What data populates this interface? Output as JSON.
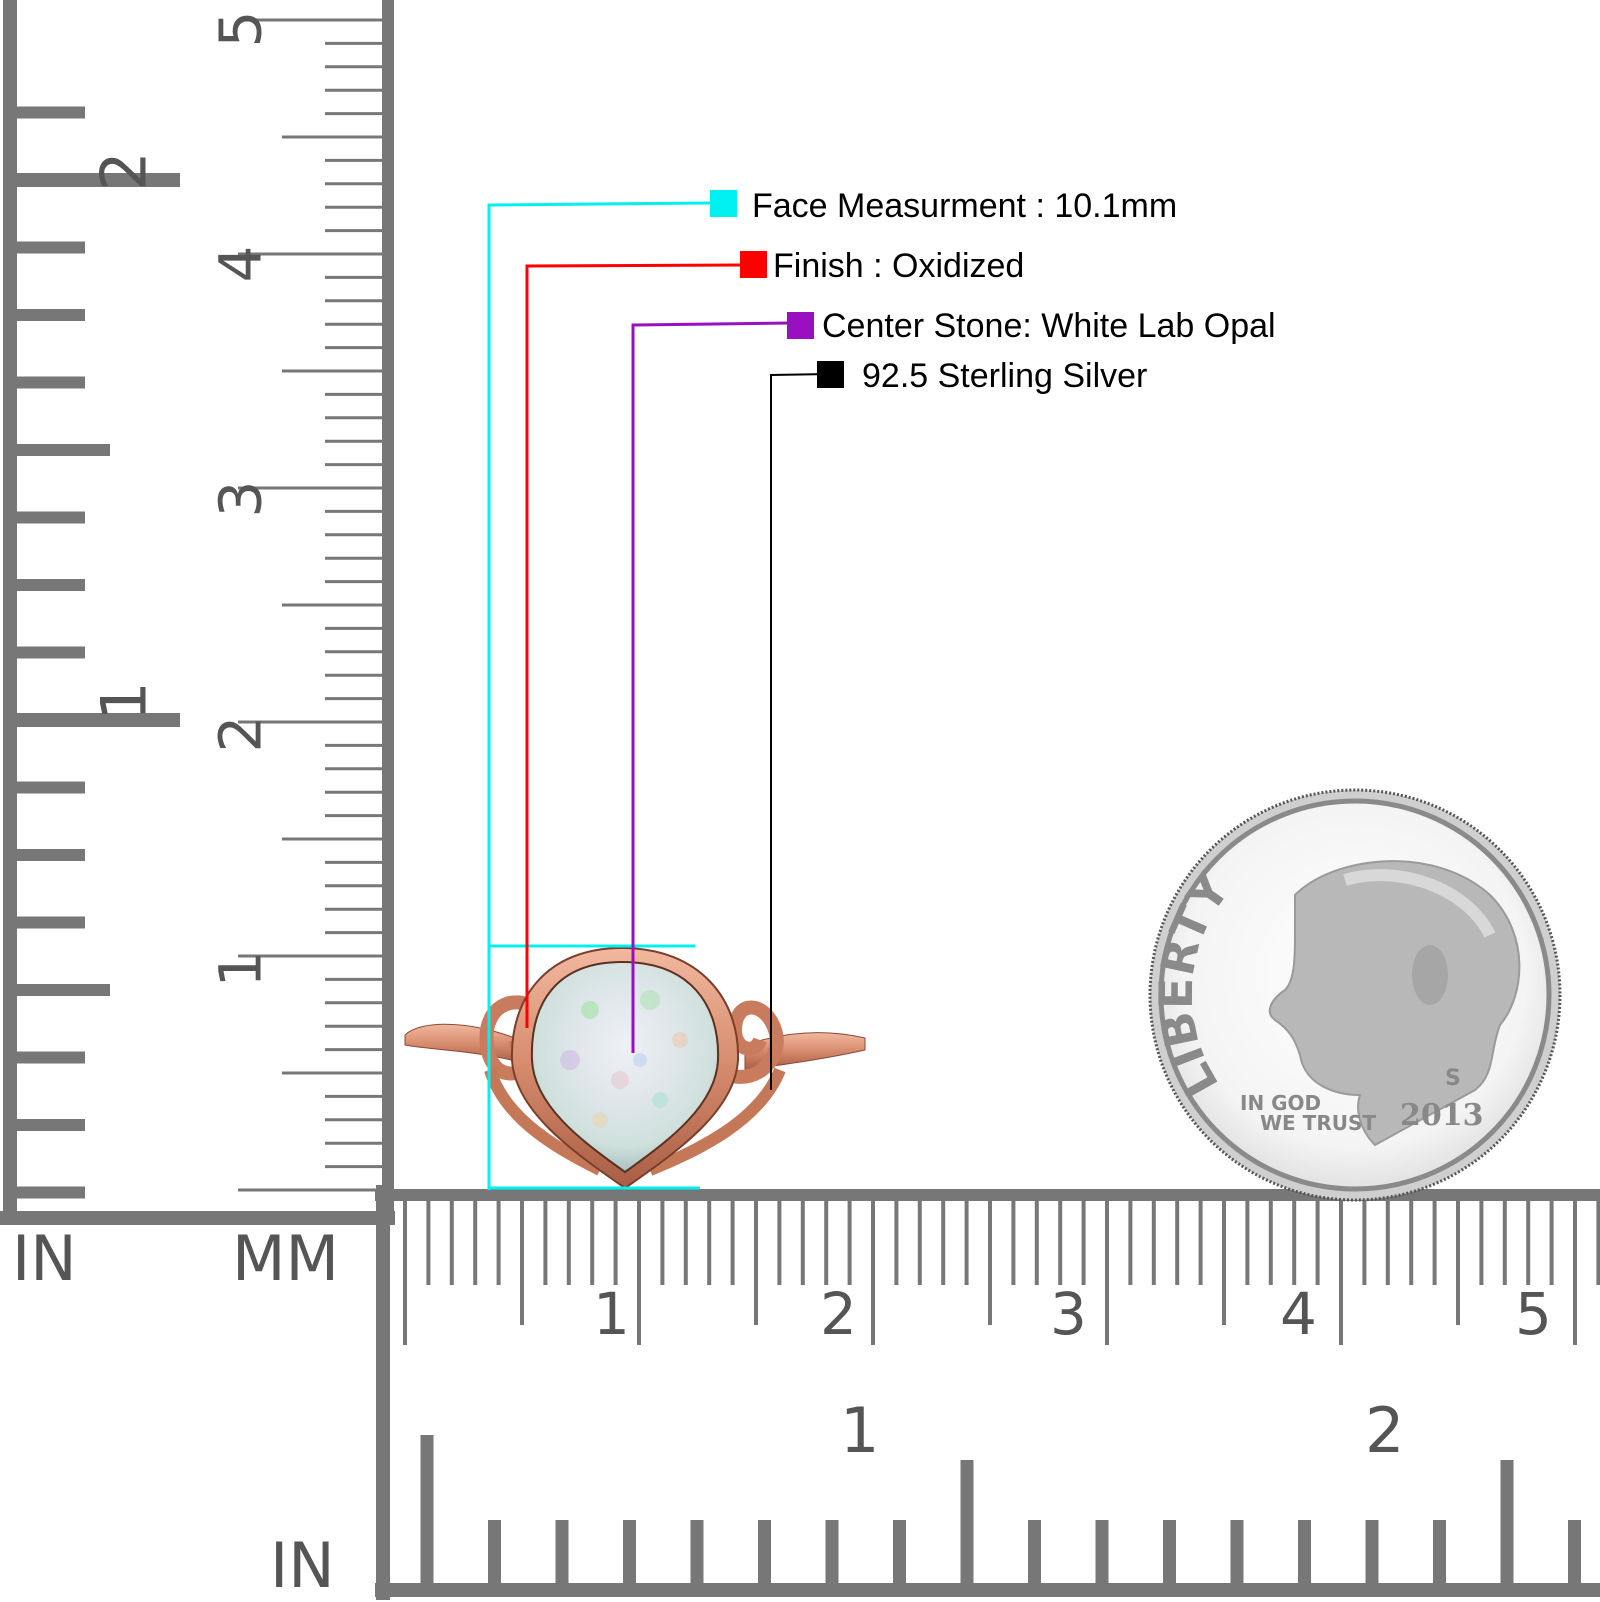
{
  "spec_labels": [
    {
      "id": "face",
      "text": "Face Measurment : 10.1mm",
      "color": "#00f0f0"
    },
    {
      "id": "finish",
      "text": "Finish : Oxidized",
      "color": "#ff0000"
    },
    {
      "id": "stone",
      "text": "Center Stone: White Lab Opal",
      "color": "#9a10c0"
    },
    {
      "id": "metal",
      "text": "92.5 Sterling Silver",
      "color": "#000000"
    }
  ],
  "rulers": {
    "color": "#777777",
    "left_in_label": "IN",
    "left_mm_label": "MM",
    "bottom_in_label": "IN",
    "left_inch_numbers": [
      "1",
      "2"
    ],
    "left_cm_numbers": [
      "1",
      "2",
      "3",
      "4",
      "5"
    ],
    "bottom_cm_numbers": [
      "1",
      "2",
      "3",
      "4",
      "5"
    ],
    "bottom_inch_numbers": [
      "1",
      "2"
    ]
  },
  "ring": {
    "metal_color": "#d9967a",
    "stone": "pear-shaped white opal"
  },
  "coin": {
    "motto_line1": "IN GOD",
    "motto_line2": "WE TRUST",
    "legend": "LIBERTY",
    "year": "2013",
    "mint_mark": "S"
  }
}
